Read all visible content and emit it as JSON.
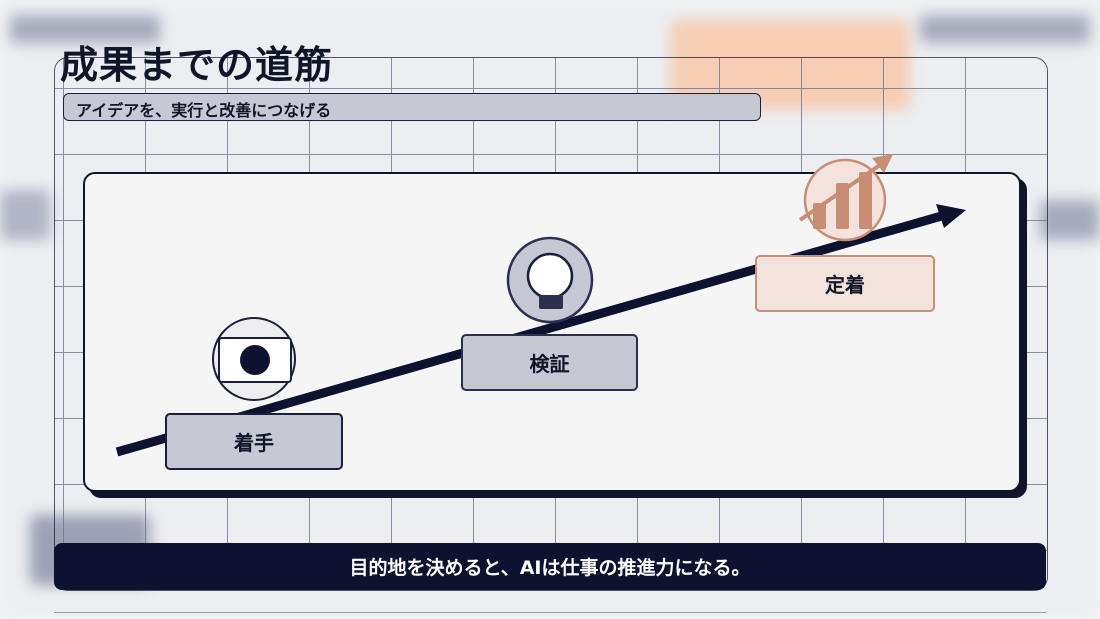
{
  "header": {
    "title": "成果までの道筋",
    "subtitle": "アイデアを、実行と改善につなげる"
  },
  "steps": [
    {
      "label": "着手",
      "icon": "target-icon"
    },
    {
      "label": "検証",
      "icon": "lightbulb-icon"
    },
    {
      "label": "定着",
      "icon": "growth-chart-icon"
    }
  ],
  "footer": {
    "message": "目的地を決めると、AIは仕事の推進力になる。"
  },
  "colors": {
    "navy": "#0d1230",
    "step_gray": "#c6c9d4",
    "accent": "#c88d73",
    "accent_fill": "#f3e3dc"
  }
}
